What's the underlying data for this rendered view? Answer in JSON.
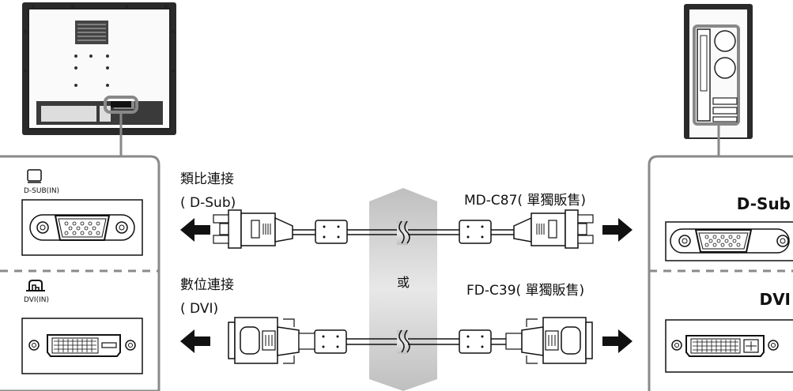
{
  "monitor_panel": {
    "dsub_port_label": "D-SUB(IN)",
    "dvi_port_label": "DVI(IN)"
  },
  "pc_panel": {
    "dsub_label": "D-Sub",
    "dvi_label": "DVI"
  },
  "analog_connection": {
    "title": "類比連接",
    "subtitle": "( D-Sub)",
    "cable_model": "MD-C87( 單獨販售)"
  },
  "digital_connection": {
    "title": "數位連接",
    "subtitle": "( DVI)",
    "cable_model": "FD-C39( 單獨販售)"
  },
  "separator": {
    "or_label": "或"
  },
  "colors": {
    "outline": "#7a7a7a",
    "gray_band": "#bcbcbc",
    "arrow": "#111111"
  }
}
